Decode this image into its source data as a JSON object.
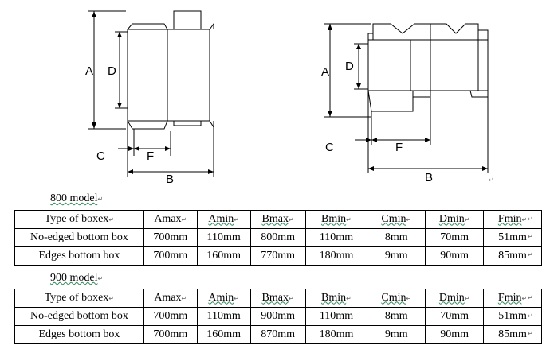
{
  "diagram_labels": {
    "left": {
      "A": "A",
      "D": "D",
      "C": "C",
      "F": "F",
      "B": "B"
    },
    "right": {
      "A": "A",
      "D": "D",
      "C": "C",
      "F": "F",
      "B": "B"
    }
  },
  "section_800": {
    "caption": "800 model",
    "columns": [
      "Type of boxex",
      "Amax",
      "Amin",
      "Bmax",
      "Bmin",
      "Cmin",
      "Dmin",
      "Fmin"
    ],
    "rows": [
      [
        "No-edged bottom box",
        "700mm",
        "110mm",
        "800mm",
        "110mm",
        "8mm",
        "70mm",
        "51mm"
      ],
      [
        "Edges bottom box",
        "700mm",
        "160mm",
        "770mm",
        "180mm",
        "9mm",
        "90mm",
        "85mm"
      ]
    ]
  },
  "section_900": {
    "caption": "900 model",
    "columns": [
      "Type of boxex",
      "Amax",
      "Amin",
      "Bmax",
      "Bmin",
      "Cmin",
      "Dmin",
      "Fmin"
    ],
    "rows": [
      [
        "No-edged bottom box",
        "700mm",
        "110mm",
        "900mm",
        "110mm",
        "8mm",
        "70mm",
        "51mm"
      ],
      [
        "Edges bottom box",
        "700mm",
        "160mm",
        "870mm",
        "180mm",
        "9mm",
        "90mm",
        "85mm"
      ]
    ]
  }
}
